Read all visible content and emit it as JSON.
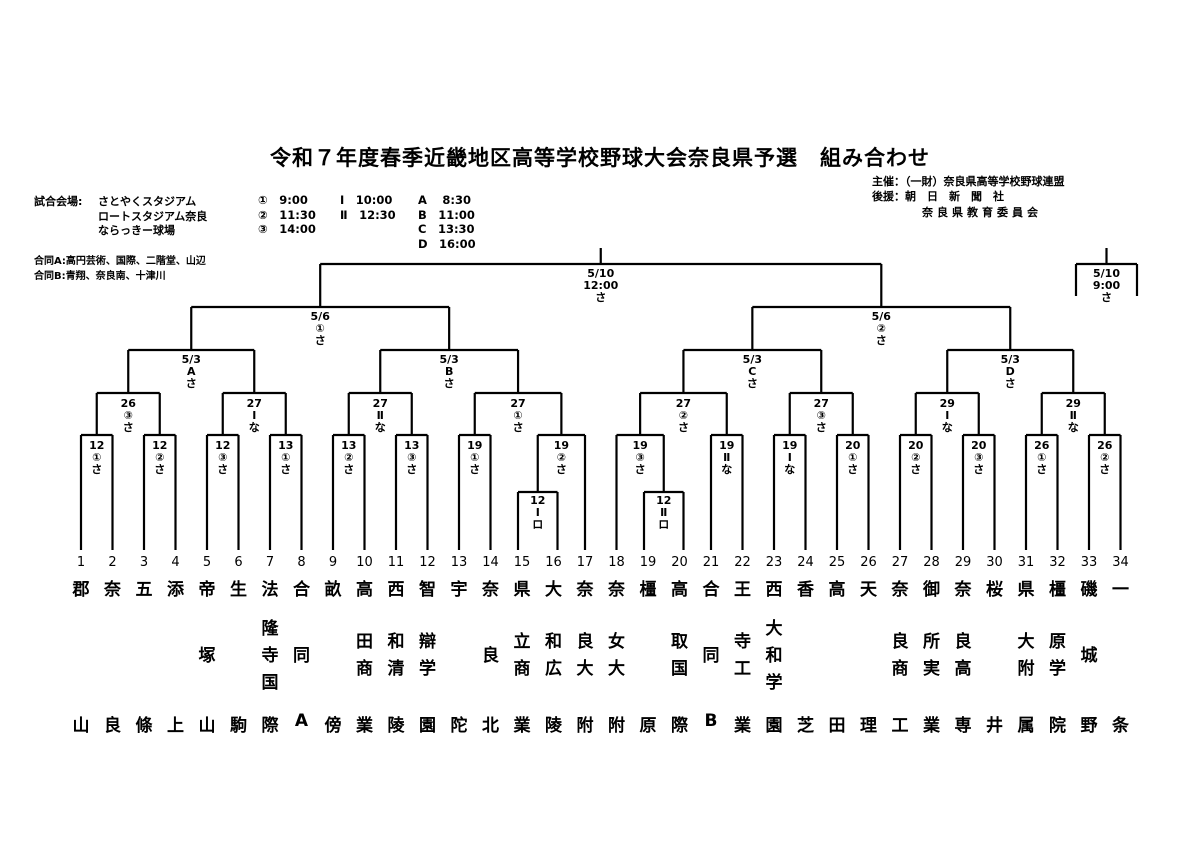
{
  "title": "令和７年度春季近畿地区高等学校野球大会奈良県予選　組み合わせ",
  "venues": {
    "label": "試合会場:",
    "items": [
      "さとやくスタジアム",
      "ロートスタジアム奈良",
      "ならっきー球場"
    ]
  },
  "times": {
    "col1": [
      "①　9:00",
      "②　11:30",
      "③　14:00"
    ],
    "col2": [
      "Ⅰ　10:00",
      "Ⅱ　12:30"
    ],
    "col3": [
      "A　 8:30",
      "B　11:00",
      "C　13:30",
      "D　16:00"
    ]
  },
  "joint_teams": [
    "合同A:高円芸術、国際、二階堂、山辺",
    "合同B:青翔、奈良南、十津川"
  ],
  "sponsors": {
    "organizer": "主催：（一財）奈良県高等学校野球連盟",
    "support1": "後援：朝　日　新　聞　社",
    "support2": "奈良県教育委員会"
  },
  "matches": {
    "final": [
      "5/10",
      "12:00",
      "さ"
    ],
    "third_place": [
      "5/10",
      "9:00",
      "さ"
    ],
    "semi_left": [
      "5/6",
      "①",
      "さ"
    ],
    "semi_right": [
      "5/6",
      "②",
      "さ"
    ],
    "qf_a": [
      "5/3",
      "A",
      "さ"
    ],
    "qf_b": [
      "5/3",
      "B",
      "さ"
    ],
    "qf_c": [
      "5/3",
      "C",
      "さ"
    ],
    "qf_d": [
      "5/3",
      "D",
      "さ"
    ],
    "r3": [
      [
        "26",
        "③",
        "さ"
      ],
      [
        "27",
        "Ⅰ",
        "な"
      ],
      [
        "27",
        "Ⅱ",
        "な"
      ],
      [
        "27",
        "①",
        "さ"
      ],
      [
        "27",
        "②",
        "さ"
      ],
      [
        "27",
        "③",
        "さ"
      ],
      [
        "29",
        "Ⅰ",
        "な"
      ],
      [
        "29",
        "Ⅱ",
        "な"
      ]
    ],
    "r2": [
      [
        "12",
        "①",
        "さ"
      ],
      [
        "12",
        "②",
        "さ"
      ],
      [
        "12",
        "③",
        "さ"
      ],
      [
        "13",
        "①",
        "さ"
      ],
      [
        "13",
        "②",
        "さ"
      ],
      [
        "13",
        "③",
        "さ"
      ],
      [
        "19",
        "①",
        "さ"
      ],
      [
        "19",
        "②",
        "さ"
      ],
      [
        "19",
        "③",
        "さ"
      ],
      [
        "19",
        "Ⅱ",
        "な"
      ],
      [
        "19",
        "Ⅰ",
        "な"
      ],
      [
        "20",
        "①",
        "さ"
      ],
      [
        "20",
        "②",
        "さ"
      ],
      [
        "20",
        "③",
        "さ"
      ],
      [
        "26",
        "①",
        "さ"
      ],
      [
        "26",
        "②",
        "さ"
      ]
    ],
    "r1": [
      [
        "12",
        "Ⅰ",
        "ロ"
      ],
      [
        "12",
        "Ⅱ",
        "ロ"
      ]
    ]
  },
  "teams": [
    {
      "n": "1",
      "top": "郡",
      "mid": "",
      "bot": "山"
    },
    {
      "n": "2",
      "top": "奈",
      "mid": "",
      "bot": "良"
    },
    {
      "n": "3",
      "top": "五",
      "mid": "",
      "bot": "條"
    },
    {
      "n": "4",
      "top": "添",
      "mid": "",
      "bot": "上"
    },
    {
      "n": "5",
      "top": "帝",
      "mid": "塚",
      "bot": "山"
    },
    {
      "n": "6",
      "top": "生",
      "mid": "",
      "bot": "駒"
    },
    {
      "n": "7",
      "top": "法",
      "mid": "隆寺国",
      "bot": "際"
    },
    {
      "n": "8",
      "top": "合",
      "mid": "同",
      "bot": "A"
    },
    {
      "n": "9",
      "top": "畝",
      "mid": "",
      "bot": "傍"
    },
    {
      "n": "10",
      "top": "高",
      "mid": "田商",
      "bot": "業"
    },
    {
      "n": "11",
      "top": "西",
      "mid": "和清",
      "bot": "陵"
    },
    {
      "n": "12",
      "top": "智",
      "mid": "辯学",
      "bot": "園"
    },
    {
      "n": "13",
      "top": "宇",
      "mid": "",
      "bot": "陀"
    },
    {
      "n": "14",
      "top": "奈",
      "mid": "良",
      "bot": "北"
    },
    {
      "n": "15",
      "top": "県",
      "mid": "立商",
      "bot": "業"
    },
    {
      "n": "16",
      "top": "大",
      "mid": "和広",
      "bot": "陵"
    },
    {
      "n": "17",
      "top": "奈",
      "mid": "良大",
      "bot": "附"
    },
    {
      "n": "18",
      "top": "奈",
      "mid": "女大",
      "bot": "附"
    },
    {
      "n": "19",
      "top": "橿",
      "mid": "",
      "bot": "原"
    },
    {
      "n": "20",
      "top": "高",
      "mid": "取国",
      "bot": "際"
    },
    {
      "n": "21",
      "top": "合",
      "mid": "同",
      "bot": "B"
    },
    {
      "n": "22",
      "top": "王",
      "mid": "寺工",
      "bot": "業"
    },
    {
      "n": "23",
      "top": "西",
      "mid": "大和学",
      "bot": "園"
    },
    {
      "n": "24",
      "top": "香",
      "mid": "",
      "bot": "芝"
    },
    {
      "n": "25",
      "top": "高",
      "mid": "",
      "bot": "田"
    },
    {
      "n": "26",
      "top": "天",
      "mid": "",
      "bot": "理"
    },
    {
      "n": "27",
      "top": "奈",
      "mid": "良商",
      "bot": "工"
    },
    {
      "n": "28",
      "top": "御",
      "mid": "所実",
      "bot": "業"
    },
    {
      "n": "29",
      "top": "奈",
      "mid": "良高",
      "bot": "専"
    },
    {
      "n": "30",
      "top": "桜",
      "mid": "",
      "bot": "井"
    },
    {
      "n": "31",
      "top": "県",
      "mid": "大附",
      "bot": "属"
    },
    {
      "n": "32",
      "top": "橿",
      "mid": "原学",
      "bot": "院"
    },
    {
      "n": "33",
      "top": "磯",
      "mid": "城",
      "bot": "野"
    },
    {
      "n": "34",
      "top": "一",
      "mid": "",
      "bot": "条"
    }
  ]
}
